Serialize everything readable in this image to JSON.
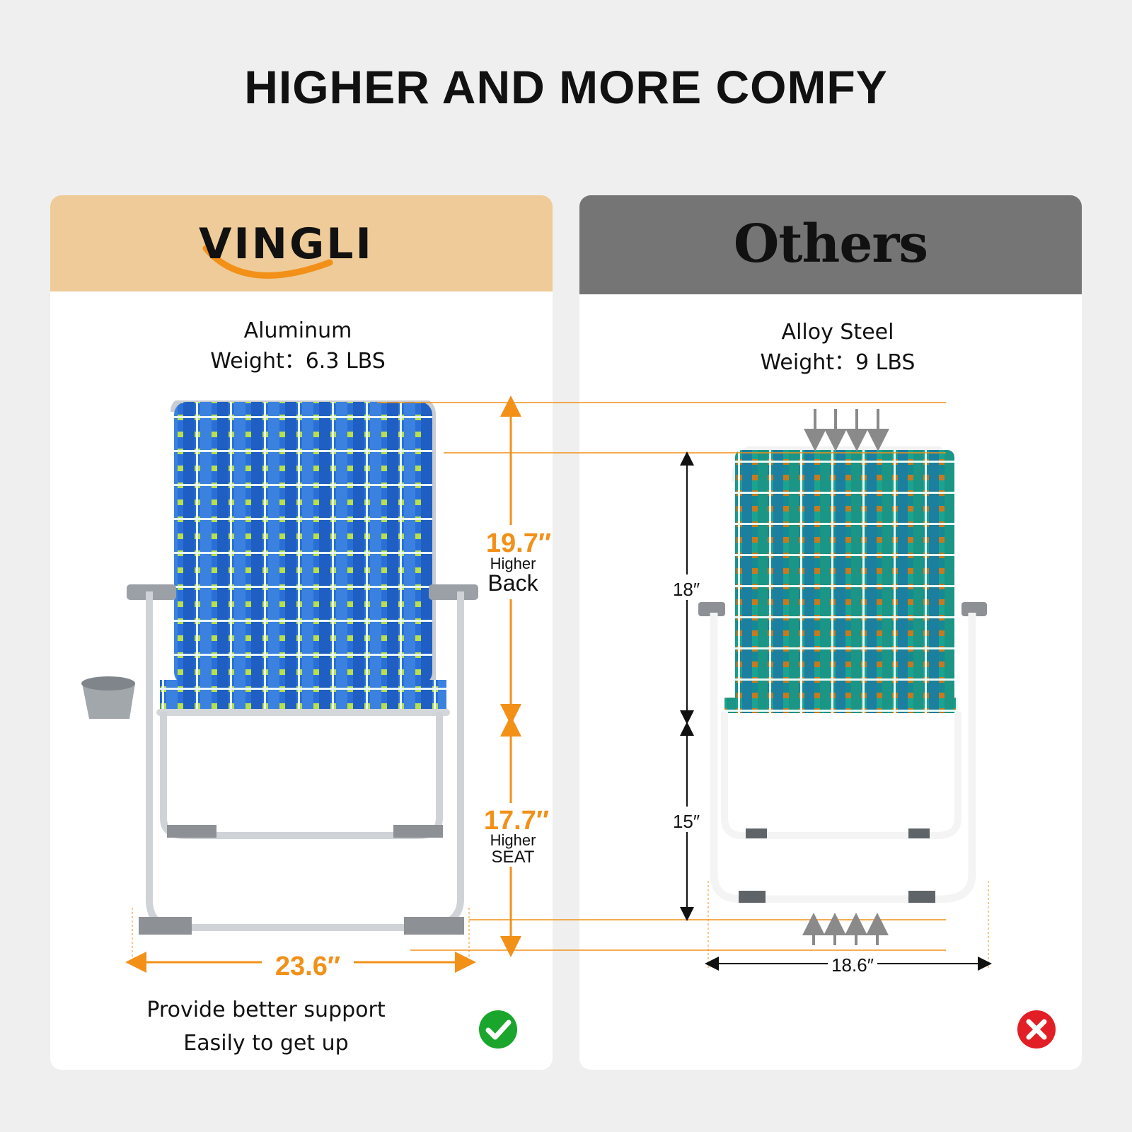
{
  "title": "HIGHER AND MORE COMFY",
  "left": {
    "brand": "VINGLI",
    "material": "Aluminum",
    "weight": "Weight：6.3 LBS",
    "back_height": "19.7″",
    "back_sub1": "Higher",
    "back_sub2": "Back",
    "seat_height": "17.7″",
    "seat_sub1": "Higher",
    "seat_sub2": "SEAT",
    "width": "23.6″",
    "benefit_line1": "Provide better support",
    "benefit_line2": "Easily to get up",
    "status_icon": "check-circle-icon"
  },
  "right": {
    "brand": "Others",
    "material": "Alloy Steel",
    "weight": "Weight：9 LBS",
    "back_height": "18″",
    "seat_height": "15″",
    "width": "18.6″",
    "status_icon": "x-circle-icon"
  },
  "colors": {
    "accent_orange": "#f29018",
    "vingli_header": "#eecb98",
    "others_header": "#757575",
    "check_green": "#1aa52c",
    "cross_red": "#e21f26",
    "chair_blue": "#2a6fd6",
    "chair_lime": "#b8e04a",
    "chair_teal": "#1a9a8a",
    "chair_brown": "#c77a1d"
  }
}
